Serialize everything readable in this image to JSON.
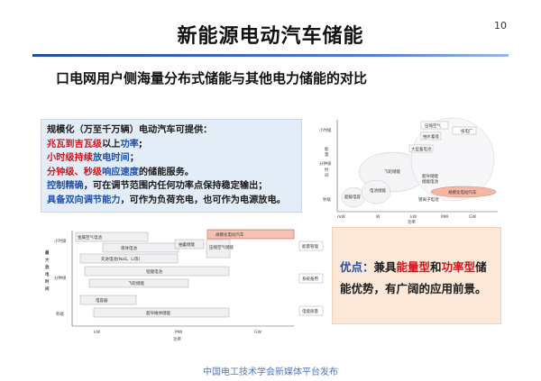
{
  "slide": {
    "title": "新能源电动汽车储能",
    "page_number": "10",
    "subtitle_marker": "口",
    "subtitle": "电网用户侧海量分布式储能与其他电力储能的对比",
    "footer": "中国电工技术学会新媒体平台发布"
  },
  "text_panel": {
    "line1": "规模化（万至千万辆）电动汽车可提供：",
    "line2_a": "兆瓦到吉瓦级",
    "line2_b": "以上",
    "line2_c": "功率",
    "line2_d": ";",
    "line3_a": "小时级持续",
    "line3_b": "放电时间",
    "line3_c": "；",
    "line4_a": "分钟级、秒级",
    "line4_b": "响应速度",
    "line4_c": "的储能服务。",
    "line5_a": "控制精确",
    "line5_b": "，可在调节范围内任何功率点保持稳定输出；",
    "line6_a": "具备双向调节能力",
    "line6_b": "，可作为负荷充电，也可作为电源放电。"
  },
  "bubble_chart": {
    "y_labels": [
      "小时级",
      "分钟级",
      "秒级"
    ],
    "y_title": [
      "能",
      "量",
      "时",
      "间"
    ],
    "x_labels": [
      "mW",
      "W",
      "kW",
      "MW",
      "GW"
    ],
    "x_title": "功率",
    "bubbles": [
      "压缩空气",
      "抽水蓄能",
      "大型蓄电池",
      "飞轮储能",
      "超导储能",
      "储能电池",
      "锂离子电池",
      "超级电容",
      "规模化电动汽车",
      "电池储能",
      "核电厂"
    ]
  },
  "bar_chart": {
    "y_title": [
      "最",
      "大",
      "放",
      "电",
      "时",
      "间"
    ],
    "y_labels": [
      "小时级",
      "分钟级",
      "秒级"
    ],
    "x_labels": [
      "kW",
      "MW",
      "GW"
    ],
    "x_title": "功率",
    "bars": [
      "金属空气电池",
      "液体电池",
      "先进电池(NaS、Li等)",
      "铅酸电池",
      "飞轮储能",
      "电容器",
      "超导磁体储能",
      "规模化电动汽车",
      "抽蓄储能",
      "压缩空气储能"
    ],
    "apps": [
      "能量管理",
      "系统备用",
      "电能质量"
    ]
  },
  "advantage": {
    "a": "优点：",
    "b": "兼具",
    "c": "能量型",
    "d": "和",
    "e": "功率型",
    "f": "储能优",
    "g": "势，有广阔的应用前景。"
  },
  "colors": {
    "accent_blue": "#1b4fb0",
    "accent_red": "#d4141b",
    "panel_blue": "#e3edf7",
    "panel_peach": "#fbe8d8"
  }
}
